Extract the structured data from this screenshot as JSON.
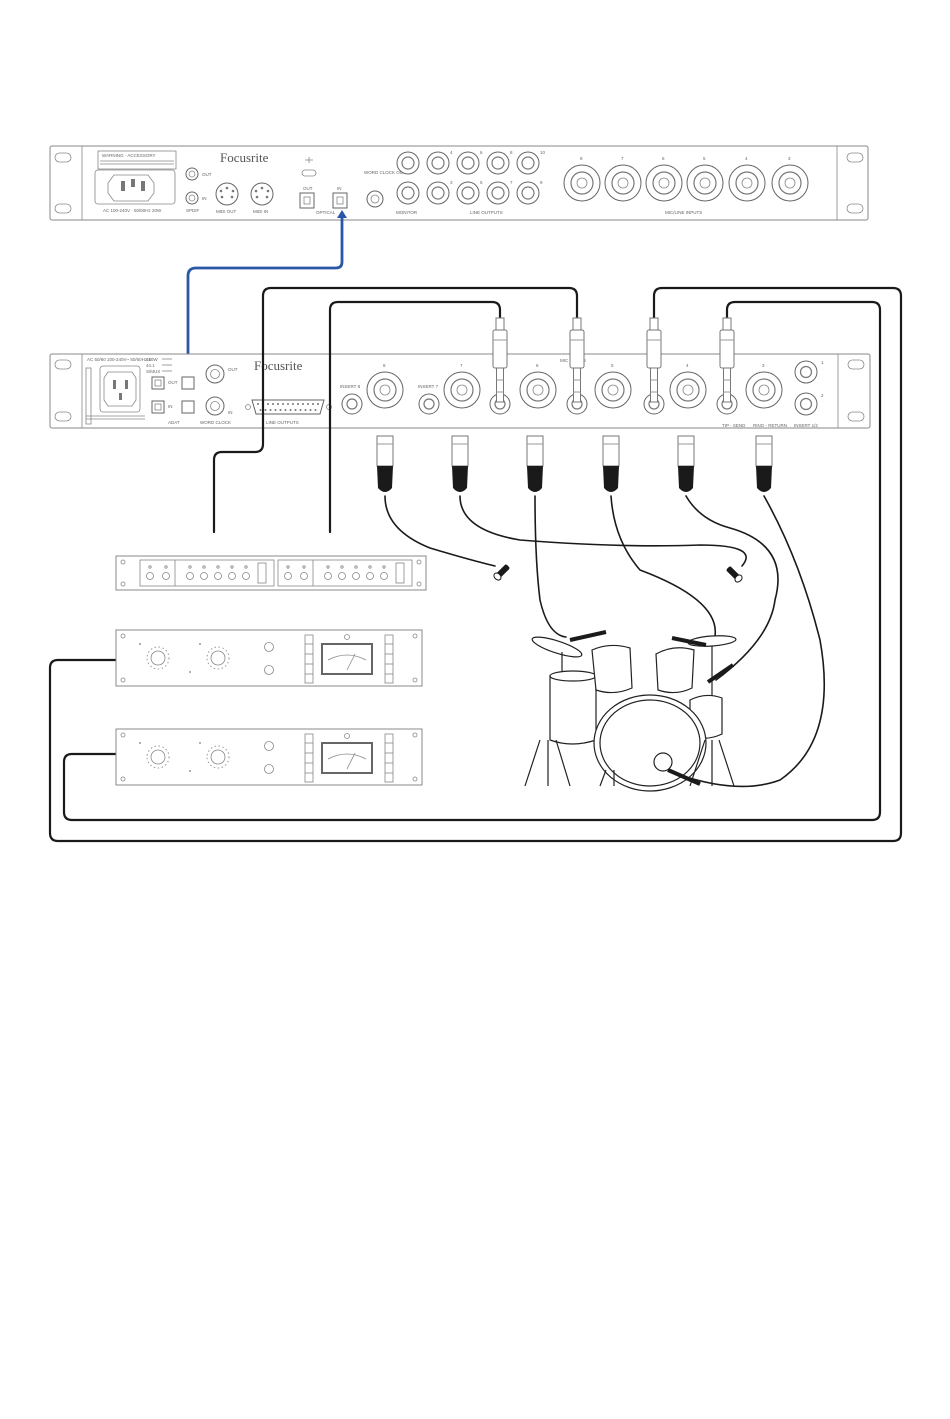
{
  "unit1": {
    "brand": "Focusrite",
    "warning_title": "WARNING · ACCESSORY",
    "power_label": "AC 100-240V · 50/60Hz 20W",
    "spdif_out": "OUT",
    "spdif_in": "IN",
    "spdif_label": "SPDIF",
    "midi_out": "MIDI OUT",
    "midi_in": "MIDI IN",
    "optical_out": "OUT",
    "optical_in": "IN",
    "optical_label": "OPTICAL",
    "word_clock_label": "WORD CLOCK OUT",
    "monitor_label": "MONITOR",
    "line_outputs_label": "LINE OUTPUTS",
    "mic_line_label": "MIC/LINE INPUTS",
    "line_numbers_top": [
      "4",
      "6",
      "8",
      "10"
    ],
    "line_numbers_bottom": [
      "3",
      "5",
      "7",
      "9"
    ],
    "combo_numbers": [
      "8",
      "7",
      "6",
      "5",
      "4",
      "3"
    ]
  },
  "unit2": {
    "brand": "Focusrite",
    "power_label": "AC 50/60 100-240V~ 50/60Hz 10W",
    "adat_label": "ADAT",
    "word_clock_label": "WORD CLOCK",
    "wc_out": "OUT",
    "wc_in": "IN",
    "adat_out": "OUT",
    "adat_in": "IN",
    "line_outputs_label": "LINE OUTPUTS",
    "insert8": "INSERT 8",
    "insert7": "INSERT 7",
    "mic_inputs_label": "MIC INPUTS",
    "combo_numbers": [
      "8",
      "7",
      "6",
      "5",
      "4",
      "3"
    ],
    "tip_send": "TIP - SEND",
    "ring_return": "RING - RETURN",
    "insert12": "INSERT 1/2",
    "ins_numbers": [
      "1",
      "2"
    ]
  },
  "colors": {
    "optical_cable": "#2b58a6",
    "cable": "#1a1a1a",
    "outline": "#888888"
  }
}
